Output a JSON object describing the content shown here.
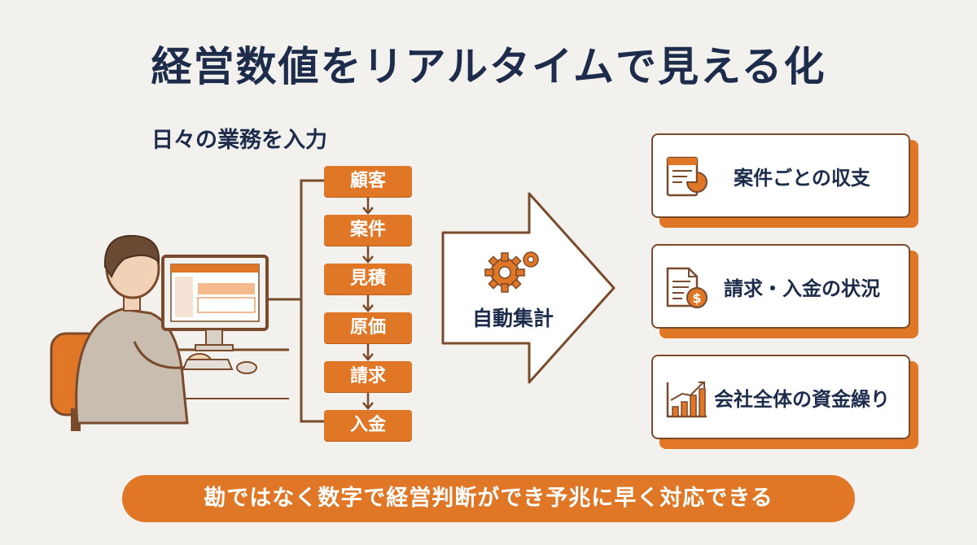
{
  "title": "経営数値をリアルタイムで見える化",
  "subtitle": "日々の業務を入力",
  "steps": [
    "顧客",
    "案件",
    "見積",
    "原価",
    "請求",
    "入金"
  ],
  "process_label": "自動集計",
  "outputs": [
    {
      "label": "案件ごとの収支",
      "icon": "document-pie-chart-icon"
    },
    {
      "label": "請求・入金の状況",
      "icon": "invoice-dollar-icon"
    },
    {
      "label": "会社全体の資金繰り",
      "icon": "bar-chart-growth-icon"
    }
  ],
  "footer": "勘ではなく数字で経営判断ができ予兆に早く対応できる",
  "colors": {
    "accent": "#e07727",
    "navy": "#1e2c4c",
    "outline": "#7a4a2c",
    "background": "#f3f1ee"
  }
}
